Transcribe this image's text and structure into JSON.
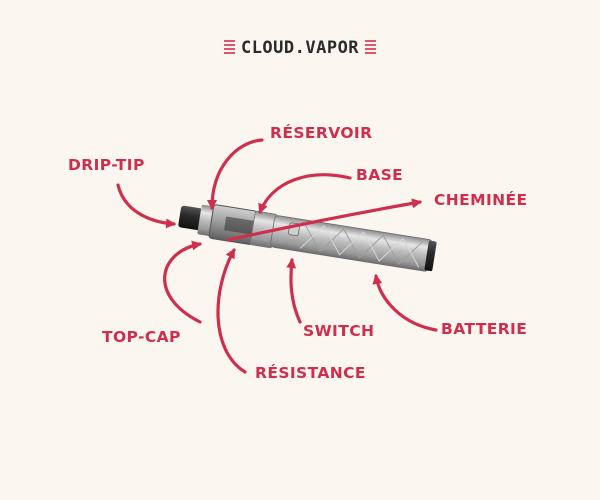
{
  "brand": {
    "name": "CLOUD.VAPOR"
  },
  "colors": {
    "accent": "#cf2f4d",
    "background": "#fcf6f0",
    "logo_bars": "#e05470"
  },
  "labels": {
    "drip_tip": "DRIP-TIP",
    "reservoir": "RÉSERVOIR",
    "base": "BASE",
    "cheminee": "CHEMINÉE",
    "top_cap": "TOP-CAP",
    "switch": "SWITCH",
    "batterie": "BATTERIE",
    "resistance": "RÉSISTANCE"
  }
}
